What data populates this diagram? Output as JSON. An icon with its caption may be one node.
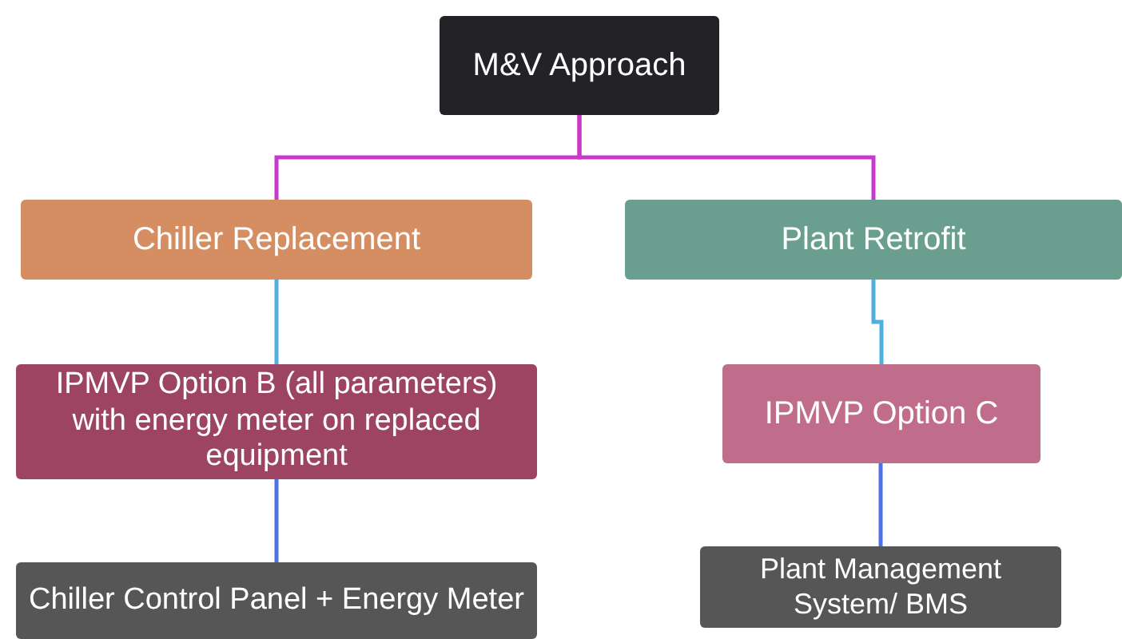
{
  "diagram": {
    "nodes": [
      {
        "text": [
          "M&V Approach"
        ]
      },
      {
        "text": [
          "Chiller Replacement"
        ]
      },
      {
        "text": [
          "Plant Retrofit"
        ]
      },
      {
        "text": [
          "IPMVP Option B (all parameters) with energy meter on replaced equipment"
        ]
      },
      {
        "text": [
          "IPMVP Option C"
        ]
      },
      {
        "text": [
          "Chiller Control Panel + Energy Meter"
        ]
      },
      {
        "text": [
          "Plant Management System/ BMS"
        ]
      }
    ],
    "edges": [
      {
        "from": 0,
        "to": 1,
        "arrow": "none",
        "color": "#c73ac9"
      },
      {
        "from": 0,
        "to": 2,
        "arrow": "none",
        "color": "#c73ac9"
      },
      {
        "from": 1,
        "to": 3,
        "arrow": "none",
        "color": "#4fb0e0"
      },
      {
        "from": 3,
        "to": 5,
        "arrow": "none",
        "color": "#4d72e3"
      },
      {
        "from": 2,
        "to": 4,
        "arrow": "none",
        "color": "#4fb0e0"
      },
      {
        "from": 4,
        "to": 6,
        "arrow": "none",
        "color": "#4d72e3"
      }
    ]
  }
}
